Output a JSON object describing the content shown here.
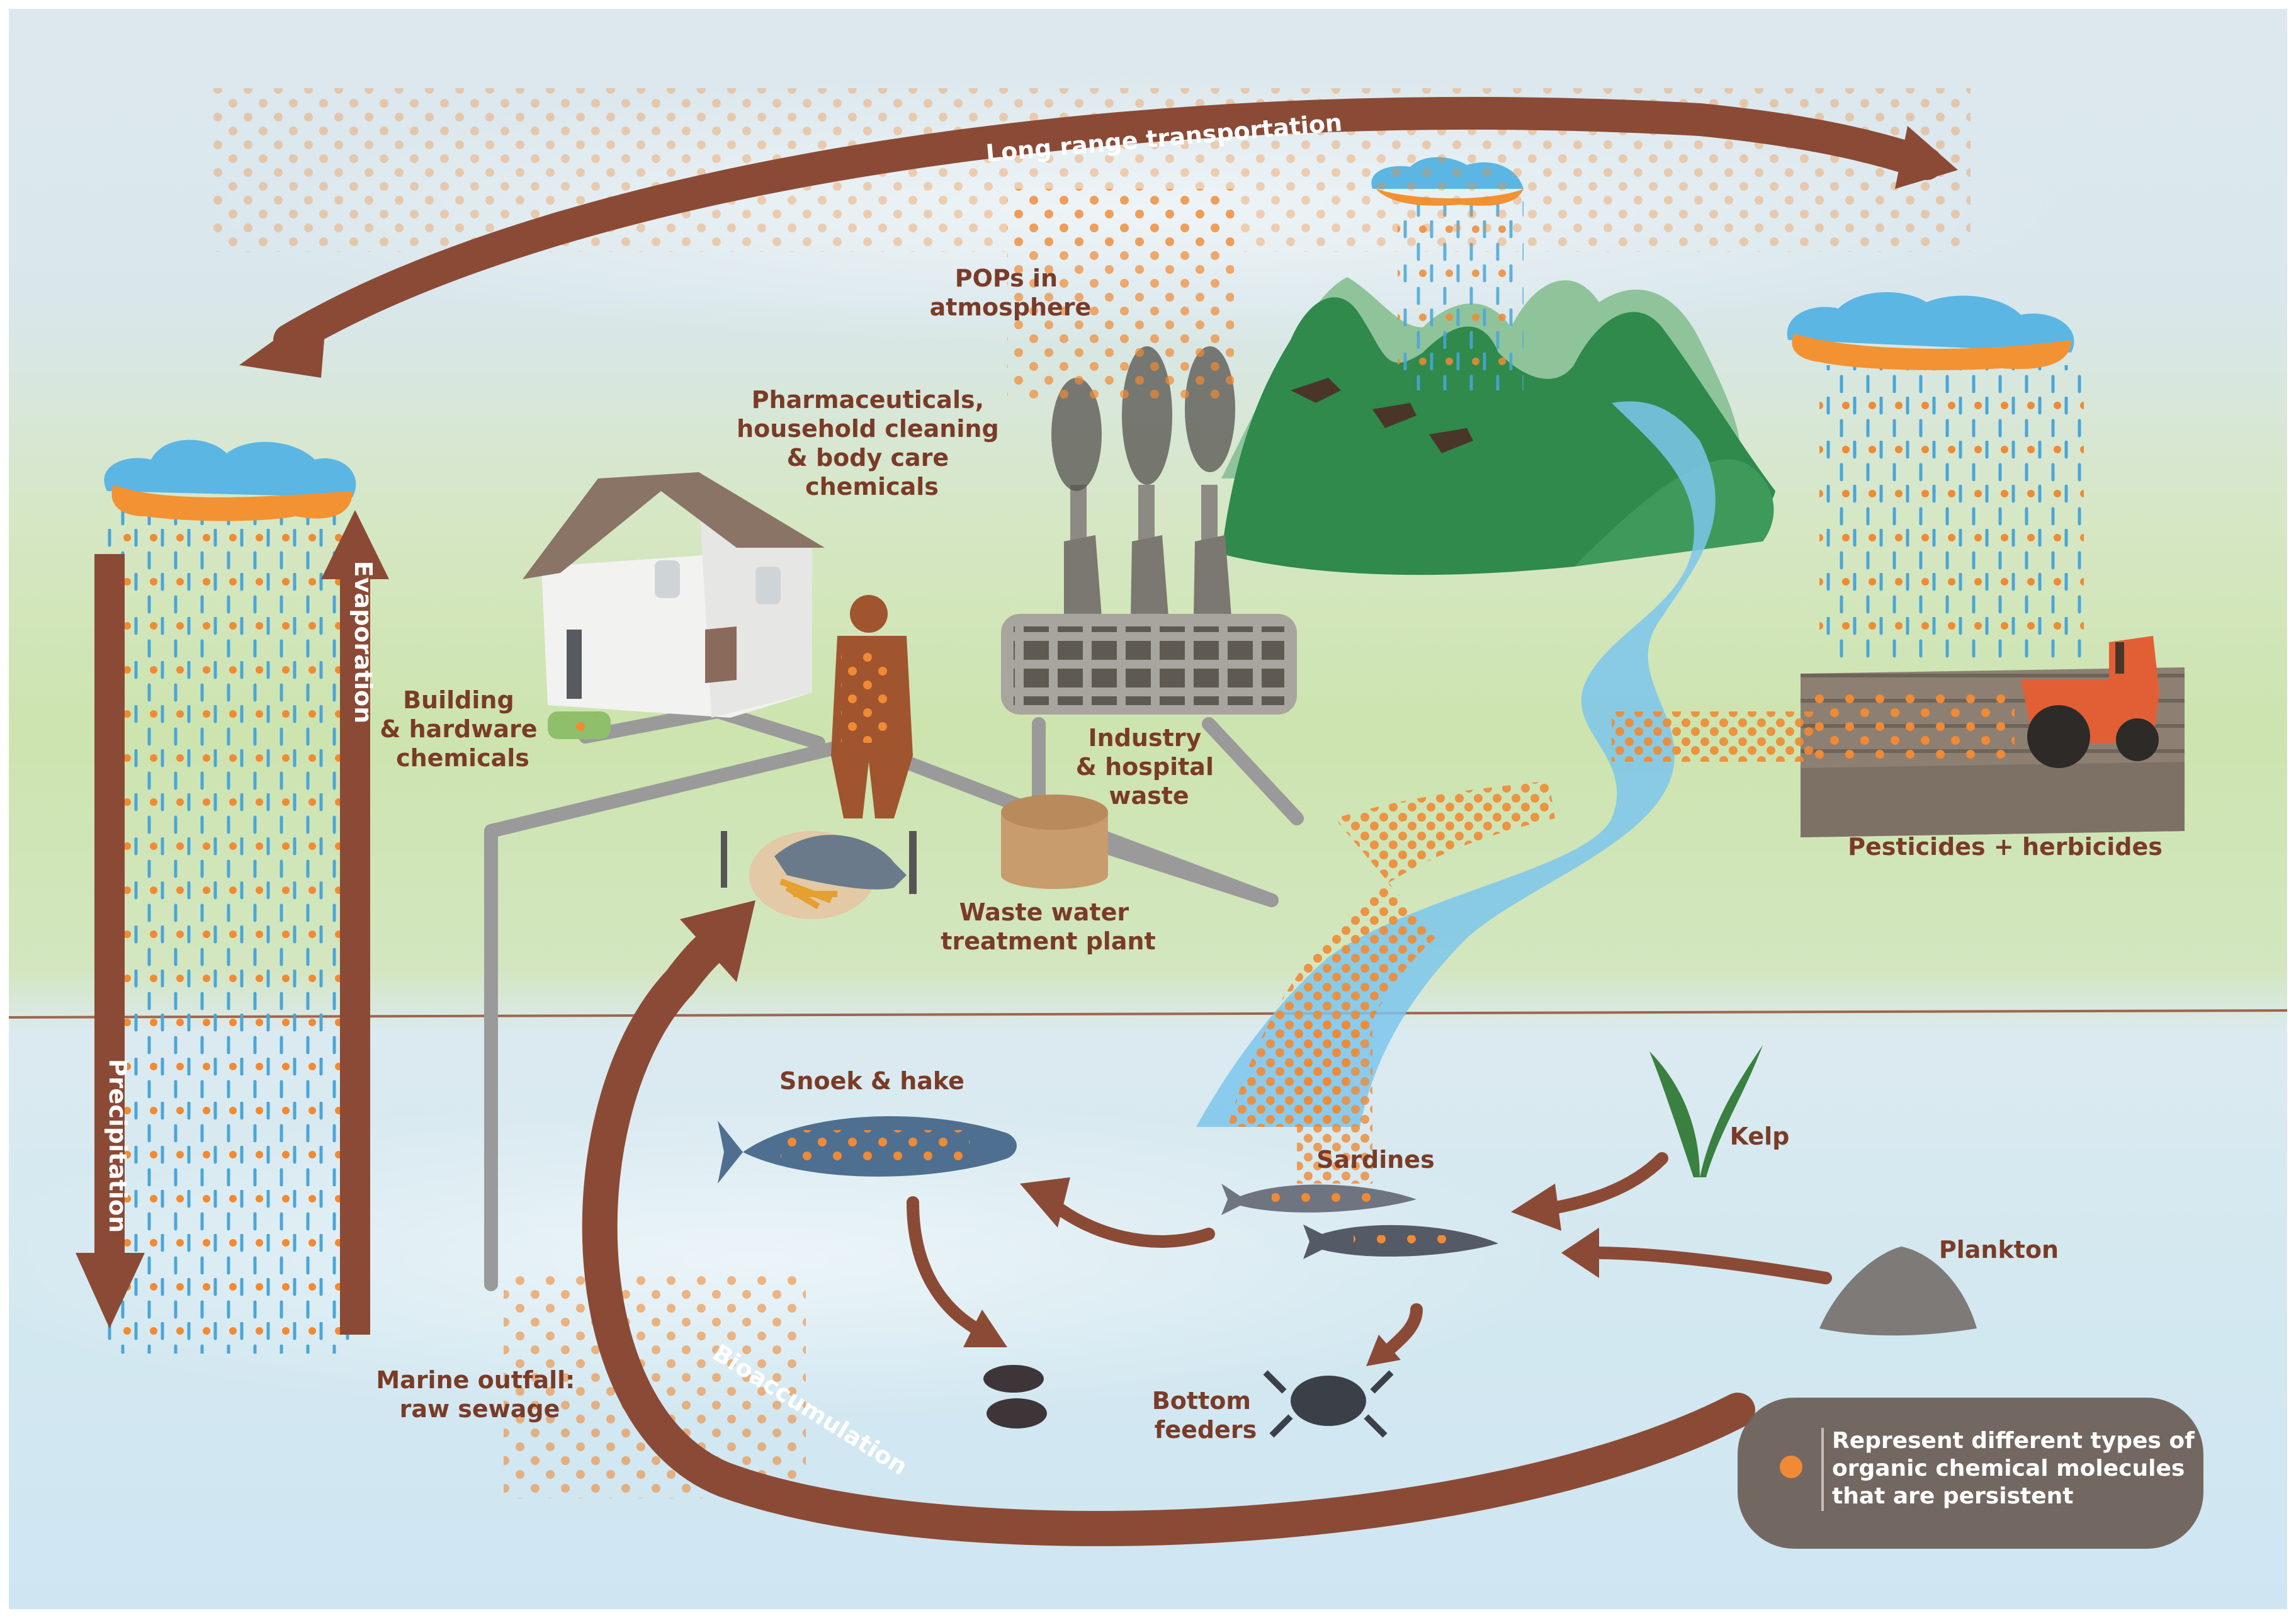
{
  "arrows": {
    "long_range": "Long range transportation",
    "evaporation": "Evaporation",
    "precipitation": "Precipitation",
    "bioaccumulation": "Bioaccumulation"
  },
  "labels": {
    "pops_atmosphere": [
      "POPs in",
      "atmosphere"
    ],
    "pharmaceuticals": [
      "Pharmaceuticals,",
      "household cleaning",
      "& body care",
      "chemicals"
    ],
    "building": [
      "Building",
      "& hardware",
      "chemicals"
    ],
    "industry": [
      "Industry",
      "& hospital",
      "waste"
    ],
    "waste_water": [
      "Waste water",
      "treatment plant"
    ],
    "pesticides": "Pesticides + herbicides",
    "snoek": "Snoek & hake",
    "sardines": "Sardines",
    "kelp": "Kelp",
    "plankton": "Plankton",
    "bottom_feeders": [
      "Bottom",
      "feeders"
    ],
    "marine_outfall": [
      "Marine outfall:",
      "raw sewage"
    ]
  },
  "legend": {
    "text": [
      "Represent different types of",
      "organic chemical molecules",
      "that are persistent"
    ]
  },
  "colors": {
    "arrow": "#8b4a36",
    "label": "#7a3b27",
    "dot": "#f08a34",
    "rain": "#4aa6d8",
    "cloud_blue": "#5bb6e4",
    "cloud_orange": "#f39232",
    "sky": "#dce9f0",
    "land": "#cfe3ac",
    "sea": "#d4e9f2",
    "mountain": "#2f8a4c",
    "river": "#7cc6ec",
    "pipe": "#9a9a9a",
    "legend_bg": "#6e6159"
  }
}
